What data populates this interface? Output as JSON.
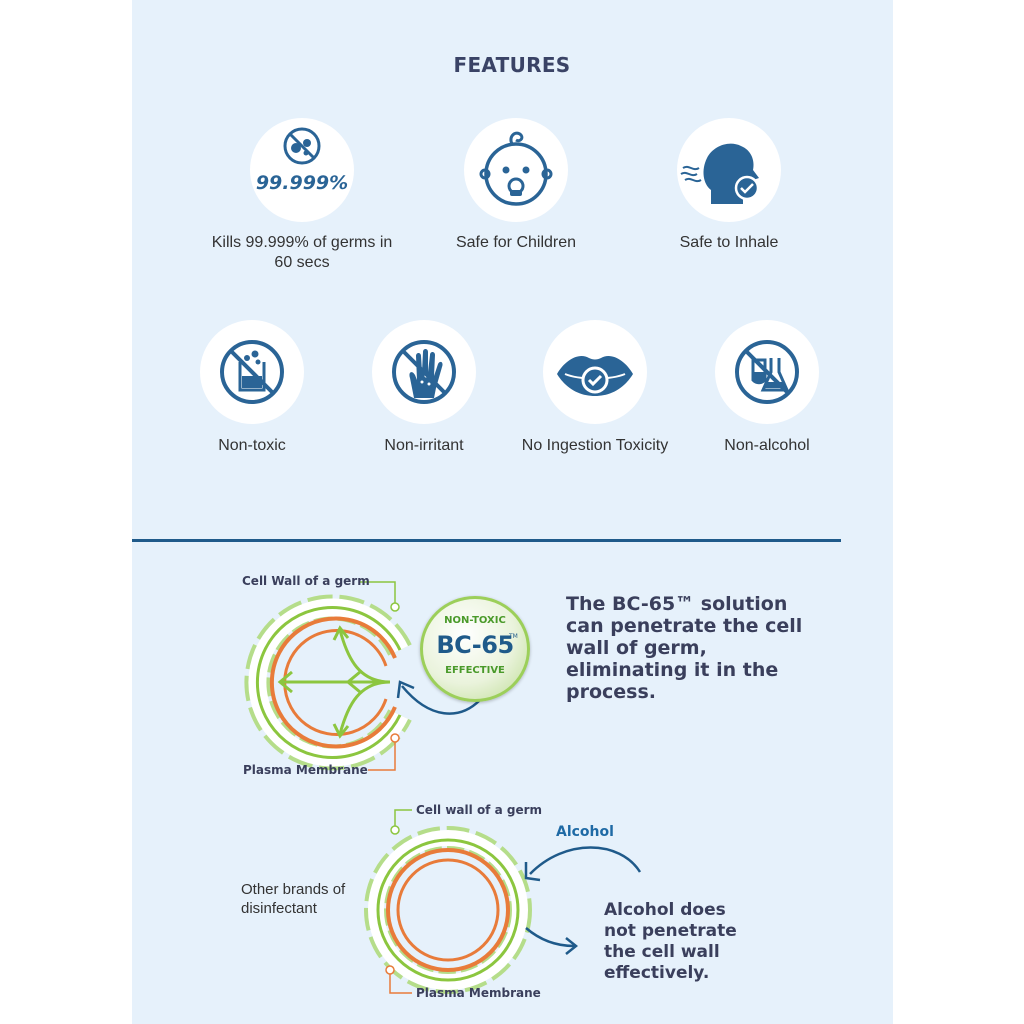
{
  "title": "FEATURES",
  "features": [
    {
      "label": "Kills 99.999% of germs in 60 secs",
      "badge": "99.999%",
      "icon": "no-germs-icon"
    },
    {
      "label": "Safe for Children",
      "icon": "baby-icon"
    },
    {
      "label": "Safe to Inhale",
      "icon": "inhale-face-icon"
    },
    {
      "label": "Non-toxic",
      "icon": "no-toxic-beaker-icon"
    },
    {
      "label": "Non-irritant",
      "icon": "no-irritant-hand-icon"
    },
    {
      "label": "No Ingestion Toxicity",
      "icon": "lips-check-icon"
    },
    {
      "label": "Non-alcohol",
      "icon": "no-alcohol-flask-icon"
    }
  ],
  "bc65": {
    "cell_wall_label": "Cell Wall of a germ",
    "plasma_label": "Plasma Membrane",
    "badge_top": "NON-TOXIC",
    "badge_main": "BC-65",
    "badge_tm": "TM",
    "badge_bottom": "EFFECTIVE",
    "description": "The BC-65™ solution can penetrate the cell wall of germ, eliminating it in the process."
  },
  "alcohol": {
    "cell_wall_label": "Cell wall of a germ",
    "plasma_label": "Plasma Membrane",
    "other_brands_label": "Other brands of disinfectant",
    "alcohol_label": "Alcohol",
    "description": "Alcohol does not penetrate the cell wall effectively."
  },
  "colors": {
    "panel_bg": "#e6f1fb",
    "icon_blue": "#2a6496",
    "cell_green": "#8cc63f",
    "membrane_orange": "#e87b3a",
    "arrow_blue": "#1f5a8a",
    "text_dark": "#3a3f5c"
  }
}
